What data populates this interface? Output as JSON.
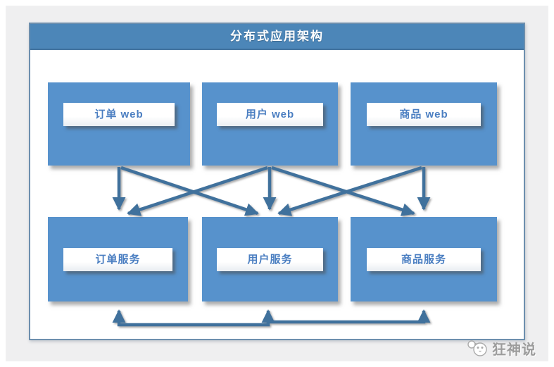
{
  "diagram": {
    "title": "分布式应用架构",
    "web_row": [
      {
        "label": "订单 web"
      },
      {
        "label": "用户 web"
      },
      {
        "label": "商品 web"
      }
    ],
    "service_row": [
      {
        "label": "订单服务"
      },
      {
        "label": "用户服务"
      },
      {
        "label": "商品服务"
      }
    ],
    "edges": [
      {
        "from": "订单 web",
        "to": "订单服务"
      },
      {
        "from": "订单 web",
        "to": "用户服务"
      },
      {
        "from": "用户 web",
        "to": "订单服务"
      },
      {
        "from": "用户 web",
        "to": "用户服务"
      },
      {
        "from": "用户 web",
        "to": "商品服务"
      },
      {
        "from": "商品 web",
        "to": "用户服务"
      },
      {
        "from": "商品 web",
        "to": "商品服务"
      }
    ],
    "service_bus": {
      "type": "bus",
      "connects": [
        "订单服务",
        "用户服务",
        "商品服务"
      ]
    },
    "colors": {
      "box_fill": "#5792cc",
      "title_bar": "#4c86b8",
      "arrow": "#41719c",
      "label_text": "#4a7ec1",
      "canvas_border": "#6d8fae",
      "background": "#efeff0",
      "watermark_text": "#9c9c9c"
    }
  },
  "watermark": {
    "text": "狂神说"
  }
}
